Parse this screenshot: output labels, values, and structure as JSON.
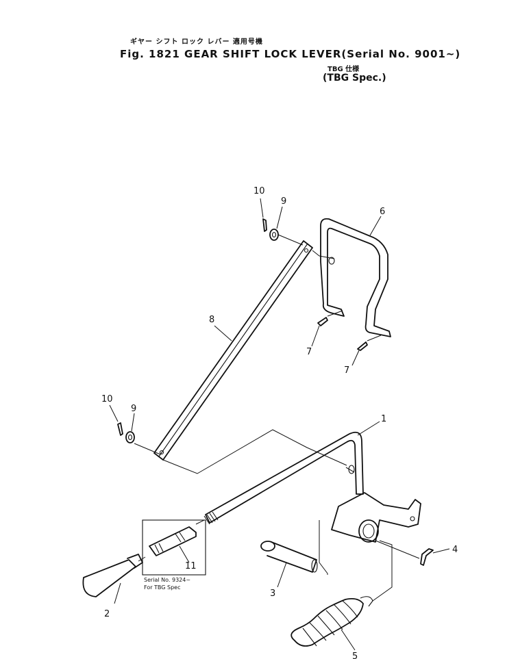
{
  "title": {
    "japanese": "ギヤー シフト ロック レバー 適用号機",
    "main": "Fig. 1821 GEAR SHIFT LOCK LEVER(Serial No. 9001~)",
    "spec_japanese": "TBG 仕様",
    "spec": "(TBG Spec.)"
  },
  "callouts": [
    "1",
    "2",
    "3",
    "4",
    "5",
    "6",
    "7",
    "7",
    "8",
    "9",
    "9",
    "10",
    "10",
    "11"
  ],
  "note": {
    "line1": "Serial No. 9324~",
    "line2": "For TBG Spec"
  }
}
